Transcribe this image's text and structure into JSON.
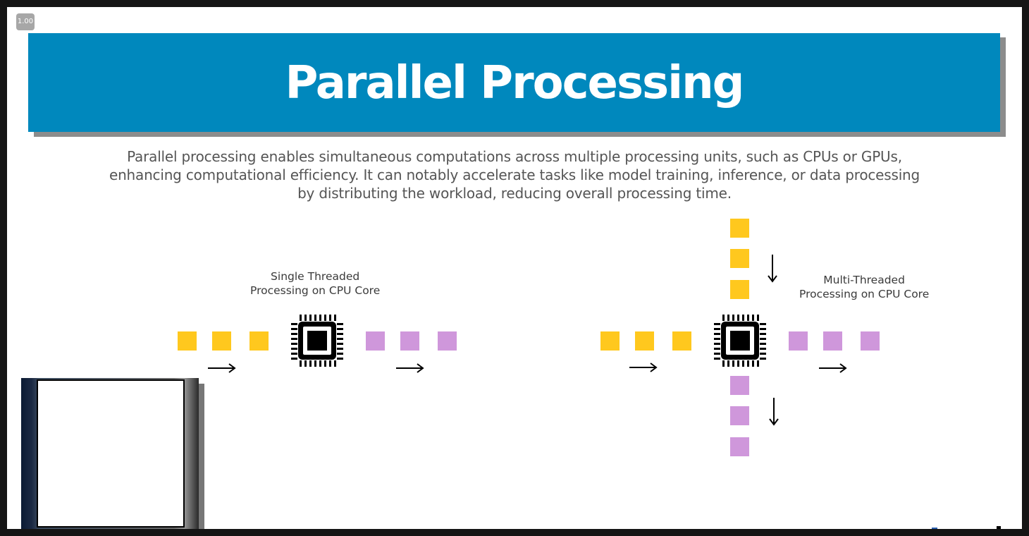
{
  "zoom_badge": "1.00",
  "title": "Parallel Processing",
  "description_lines": [
    "Parallel processing enables simultaneous computations across multiple processing units, such as CPUs or GPUs,",
    "enhancing computational efficiency. It can notably accelerate tasks like model training, inference, or data processing",
    "by distributing the workload, reducing overall processing time."
  ],
  "single_threaded": {
    "label_lines": [
      "Single Threaded",
      "Processing on CPU Core"
    ],
    "input_tasks": 3,
    "output_tasks": 3
  },
  "multi_threaded": {
    "label_lines": [
      "Multi-Threaded",
      "Processing on CPU Core"
    ],
    "input_tasks_horizontal": 3,
    "output_tasks_horizontal": 3,
    "input_tasks_vertical": 3,
    "output_tasks_vertical": 3
  },
  "icons": {
    "chip": "cpu-chip-icon",
    "arrow_right": "arrow-right-icon",
    "arrow_down": "arrow-down-icon"
  },
  "colors": {
    "title_bar": "#0088bd",
    "input_task": "#ffc81e",
    "output_task": "#cf97db"
  }
}
